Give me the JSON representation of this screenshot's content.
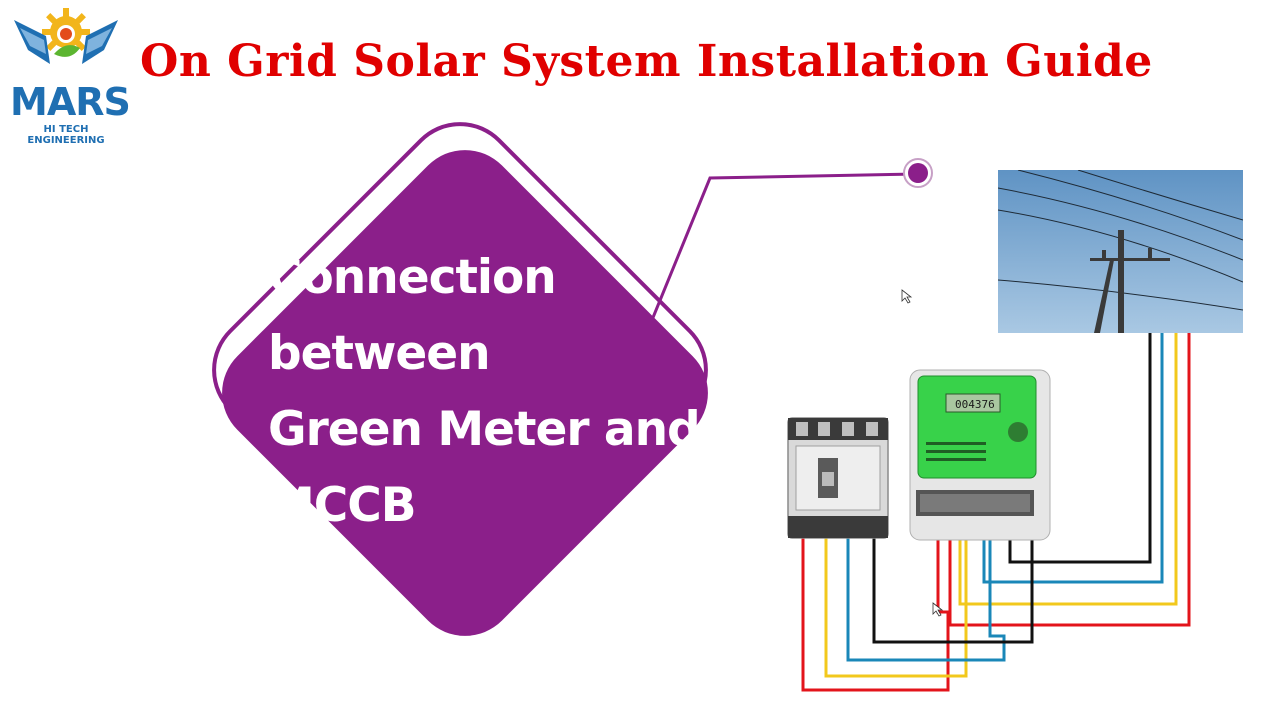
{
  "title": "On Grid Solar System Installation Guide",
  "logo": {
    "name": "MARS",
    "tagline": "HI TECH ENGINEERING"
  },
  "heading": {
    "lines": [
      "Connection",
      "between",
      "Green Meter and",
      "MCCB"
    ]
  },
  "meter": {
    "display_reading": "004376"
  },
  "colors": {
    "title": "#e00000",
    "shape": "#8b1f8a",
    "logo": "#1f6fb2",
    "wire_red": "#e3141b",
    "wire_yellow": "#f2c81c",
    "wire_blue": "#1a87b8",
    "wire_black": "#111111",
    "meter_green": "#38d24a"
  }
}
